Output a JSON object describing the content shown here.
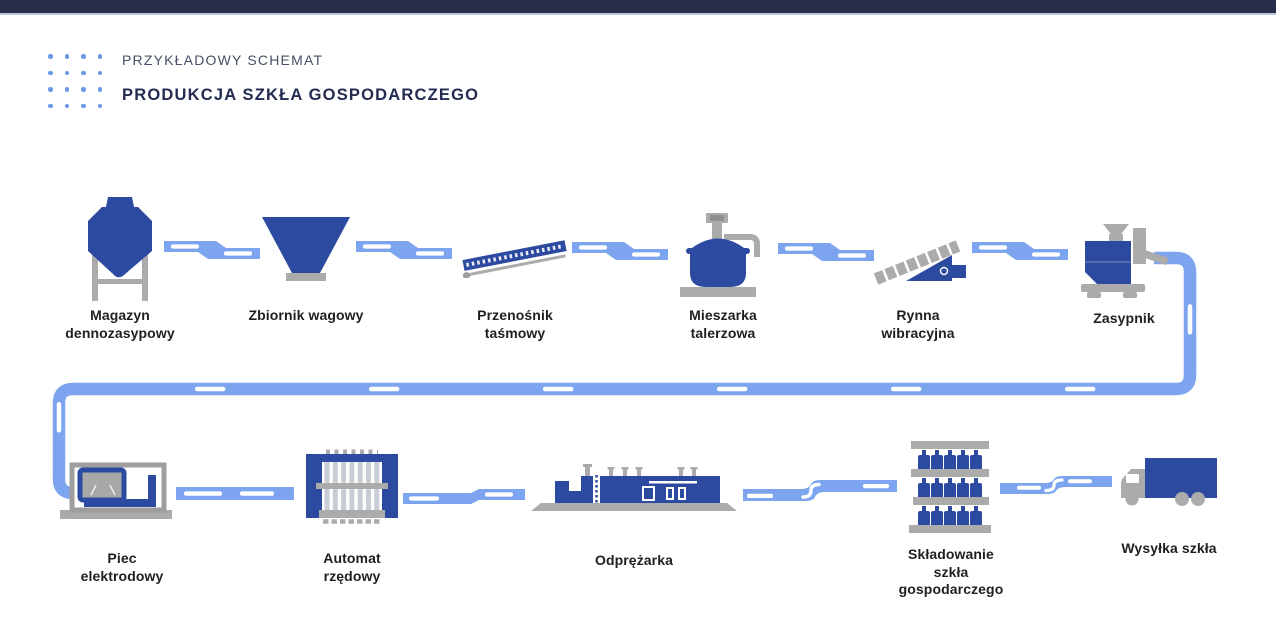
{
  "title": {
    "eyebrow": "PRZYKŁADOWY SCHEMAT",
    "heading": "PRODUKCJA SZKŁA GOSPODARCZEGO"
  },
  "flow": {
    "row1": [
      {
        "icon": "silo-icon",
        "label": "Magazyn\ndennozasypowy"
      },
      {
        "icon": "weigh-hopper-icon",
        "label": "Zbiornik wagowy"
      },
      {
        "icon": "belt-conveyor-icon",
        "label": "Przenośnik\ntaśmowy"
      },
      {
        "icon": "pan-mixer-icon",
        "label": "Mieszarka\ntalerzowa"
      },
      {
        "icon": "vibrating-chute-icon",
        "label": "Rynna\nwibracyjna"
      },
      {
        "icon": "batch-feeder-icon",
        "label": "Zasypnik"
      }
    ],
    "row2": [
      {
        "icon": "electrode-furnace-icon",
        "label": "Piec\nelektrodowy"
      },
      {
        "icon": "row-forming-machine-icon",
        "label": "Automat\nrzędowy"
      },
      {
        "icon": "annealing-lehr-icon",
        "label": "Odprężarka"
      },
      {
        "icon": "glass-storage-rack-icon",
        "label": "Składowanie\nszkła\ngospodarczego"
      },
      {
        "icon": "shipping-truck-icon",
        "label": "Wysyłka szkła"
      }
    ]
  },
  "colors": {
    "header_bar": "#272e4b",
    "header_underline": "#b9c6dd",
    "dark_blue": "#2c4ba0",
    "light_blue": "#7da4ef",
    "gray": "#ababab",
    "eyebrow_text": "#475066",
    "heading_text": "#232b50",
    "label_text": "#1f1f1f",
    "dot": "#6d9ae6"
  }
}
